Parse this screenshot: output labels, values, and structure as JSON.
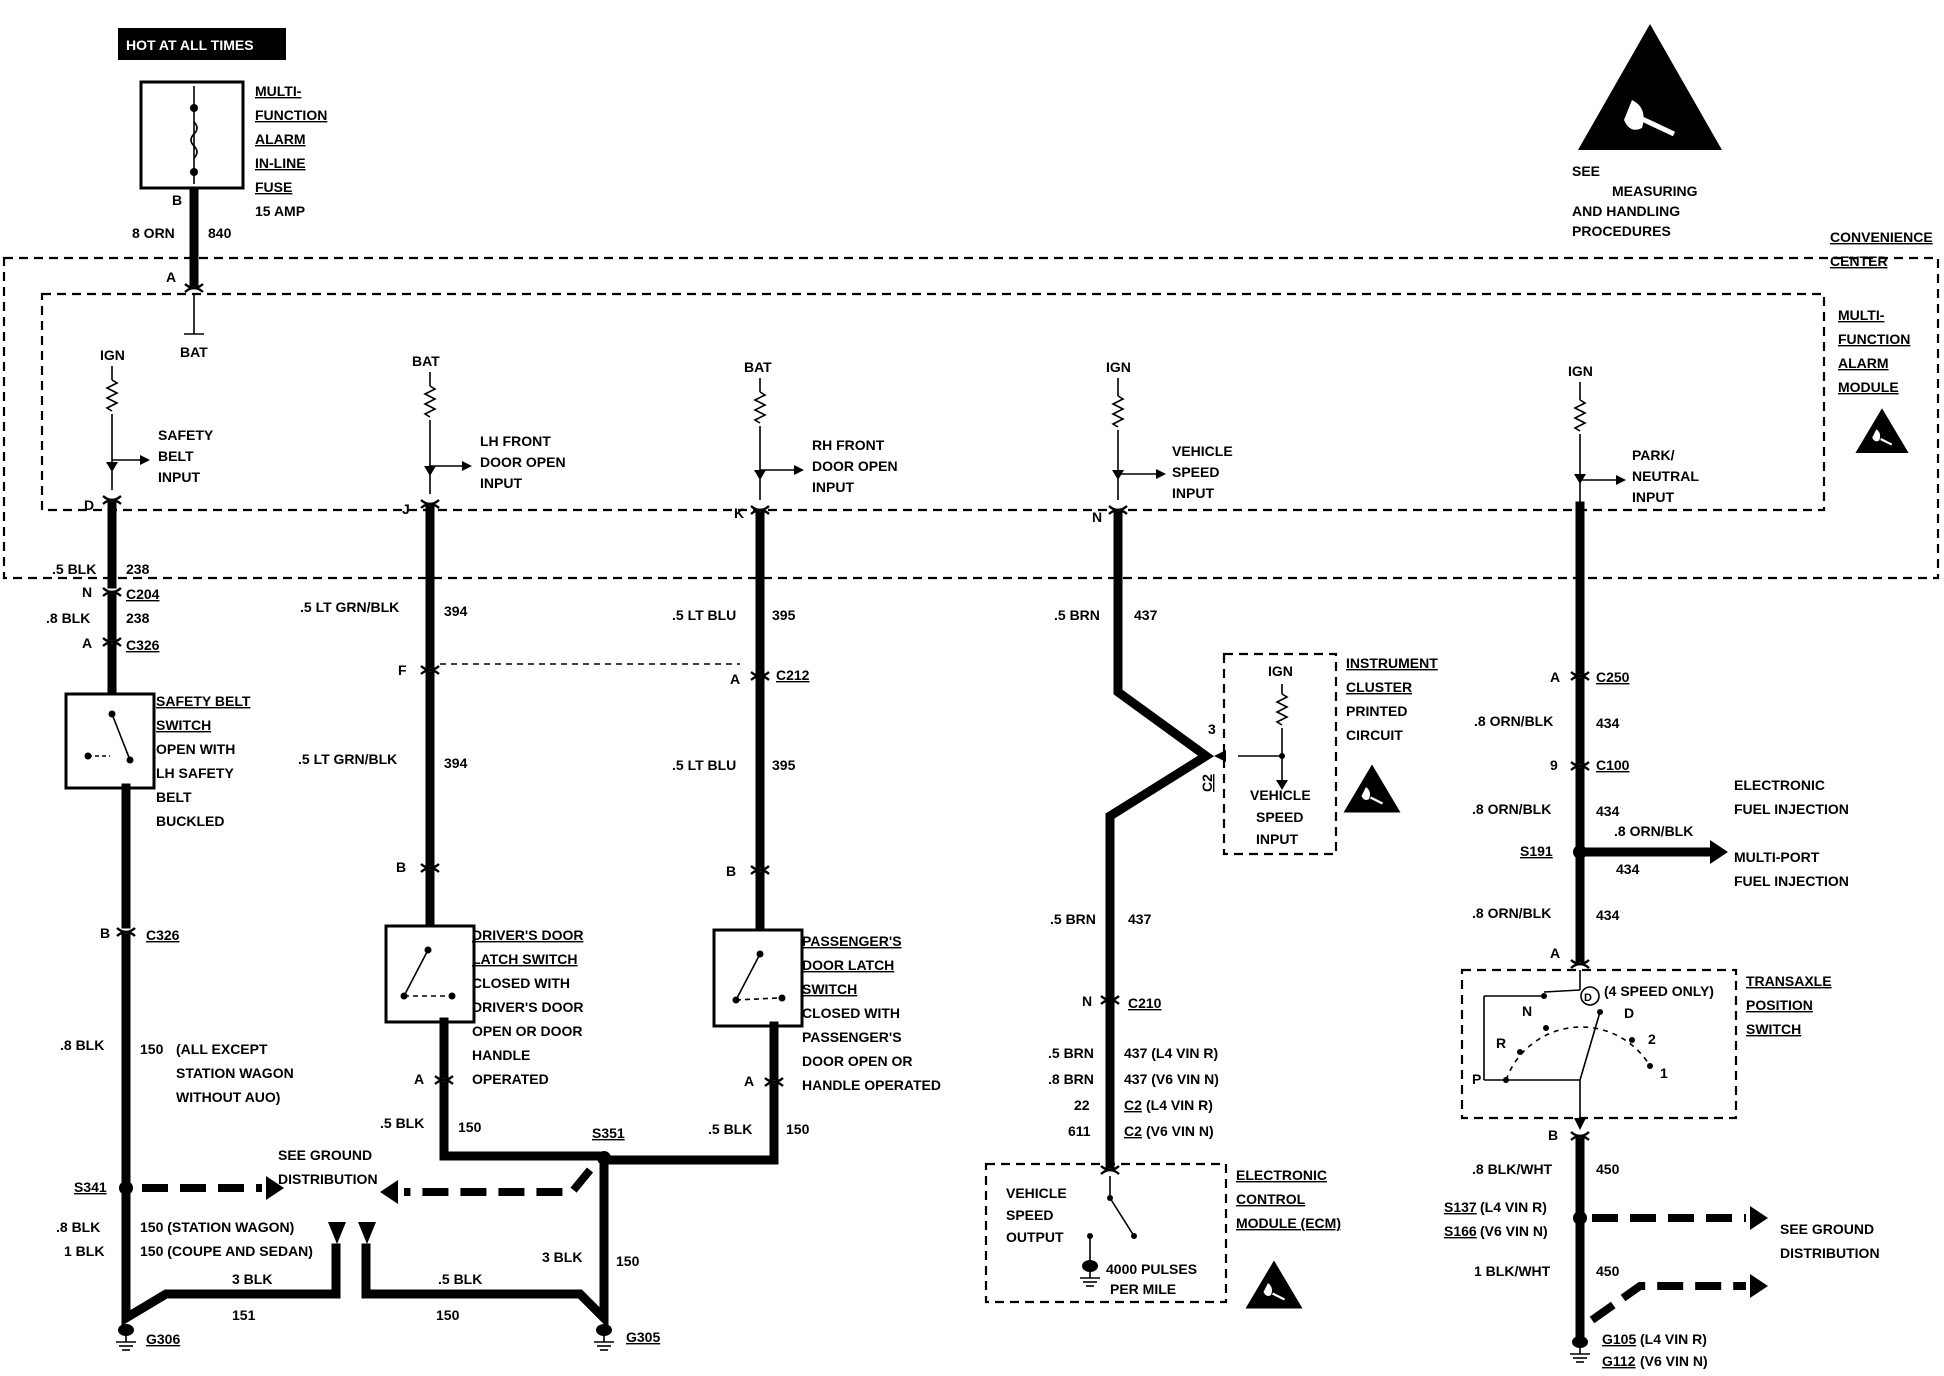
{
  "hot_label": "HOT AT ALL TIMES",
  "esd_notice": [
    "SEE",
    "MEASURING",
    "AND HANDLING",
    "PROCEDURES"
  ],
  "fuse_label": [
    "MULTI-",
    "FUNCTION",
    "ALARM",
    "IN-LINE",
    "FUSE"
  ],
  "fuse_rating": "15 AMP",
  "convenience_center": [
    "CONVENIENCE",
    "CENTER"
  ],
  "module_label": [
    "MULTI-",
    "FUNCTION",
    "ALARM",
    "MODULE"
  ],
  "top_wire": {
    "terminal_b": "B",
    "gauge": "8 ORN",
    "circuit": "840",
    "terminal_a": "A",
    "bat": "BAT"
  },
  "inputs": [
    {
      "supply": "IGN",
      "label": [
        "SAFETY",
        "BELT",
        "INPUT"
      ],
      "pin": "D"
    },
    {
      "supply": "BAT",
      "label": [
        "LH FRONT",
        "DOOR OPEN",
        "INPUT"
      ],
      "pin": "J"
    },
    {
      "supply": "BAT",
      "label": [
        "RH FRONT",
        "DOOR OPEN",
        "INPUT"
      ],
      "pin": "K"
    },
    {
      "supply": "IGN",
      "label": [
        "VEHICLE",
        "SPEED",
        "INPUT"
      ],
      "pin": "N"
    },
    {
      "supply": "IGN",
      "label": [
        "PARK/",
        "NEUTRAL",
        "INPUT"
      ],
      "pin": ""
    }
  ],
  "seat_belt_circuit": {
    "w1_gauge": ".5 BLK",
    "w1_circuit": "238",
    "c204_pin": "N",
    "c204": "C204",
    "w2_gauge": ".8 BLK",
    "w2_circuit": "238",
    "c326_pin": "A",
    "c326": "C326",
    "switch": [
      "SAFETY BELT",
      "SWITCH",
      "OPEN WITH",
      "LH SAFETY",
      "BELT",
      "BUCKLED"
    ],
    "c326b_pin": "B",
    "c326b": "C326",
    "w3_gauge": ".8 BLK",
    "w3_circuit": "150",
    "w3_note": [
      "(ALL EXCEPT",
      "STATION WAGON",
      "WITHOUT AUO)"
    ],
    "s341": "S341",
    "see_ground": [
      "SEE GROUND",
      "DISTRIBUTION"
    ],
    "w4a_gauge": ".8 BLK",
    "w4a": "150 (STATION WAGON)",
    "w4b_gauge": "1 BLK",
    "w4b": "150 (COUPE AND SEDAN)",
    "w5_gauge": "3 BLK",
    "w5_circuit": "151",
    "g306": "G306"
  },
  "lh_door_circuit": {
    "w1_gauge": ".5 LT GRN/BLK",
    "w1_circuit": "394",
    "conn_f": "F",
    "w2_gauge": ".5 LT GRN/BLK",
    "w2_circuit": "394",
    "conn_b": "B",
    "switch": [
      "DRIVER'S DOOR",
      "LATCH SWITCH",
      "CLOSED WITH",
      "DRIVER'S DOOR",
      "OPEN OR DOOR",
      "HANDLE",
      "OPERATED"
    ],
    "conn_a": "A",
    "w3_gauge": ".5 BLK",
    "w3_circuit": "150"
  },
  "rh_door_circuit": {
    "w1_gauge": ".5 LT BLU",
    "w1_circuit": "395",
    "c212_pin": "A",
    "c212": "C212",
    "w2_gauge": ".5 LT BLU",
    "w2_circuit": "395",
    "conn_b": "B",
    "switch": [
      "PASSENGER'S",
      "DOOR LATCH",
      "SWITCH",
      "CLOSED WITH",
      "PASSENGER'S",
      "DOOR OPEN OR",
      "HANDLE OPERATED"
    ],
    "conn_a": "A",
    "w3_gauge": ".5 BLK",
    "w3_circuit": "150"
  },
  "splice_s351": "S351",
  "ground_g305": {
    "w_left_gauge": ".5 BLK",
    "w_left_circuit": "150",
    "w_vert_gauge": "3 BLK",
    "w_vert_circuit": "150",
    "g305": "G305"
  },
  "speed_circuit": {
    "w1_gauge": ".5 BRN",
    "w1_circuit": "437",
    "pin3": "3",
    "c2": "C2",
    "cluster_box": [
      "IGN",
      "VEHICLE",
      "SPEED",
      "INPUT"
    ],
    "cluster_label": [
      "INSTRUMENT",
      "CLUSTER",
      "PRINTED",
      "CIRCUIT"
    ],
    "w2_gauge": ".5 BRN",
    "w2_circuit": "437",
    "c210_pin": "N",
    "c210": "C210",
    "w3a_gauge": ".5 BRN",
    "w3a": "437 (L4 VIN R)",
    "w3b_gauge": ".8 BRN",
    "w3b": "437 (V6 VIN N)",
    "pin22": "22",
    "c2_l4": "C2",
    "c2_l4_note": "(L4 VIN R)",
    "pin611": "611",
    "c2_v6": "C2",
    "c2_v6_note": "(V6 VIN N)",
    "ecm_box": [
      "VEHICLE",
      "SPEED",
      "OUTPUT",
      "4000 PULSES",
      "PER MILE"
    ],
    "ecm_label": [
      "ELECTRONIC",
      "CONTROL",
      "MODULE (ECM)"
    ]
  },
  "park_neutral_circuit": {
    "c250_pin": "A",
    "c250": "C250",
    "w1_gauge": ".8 ORN/BLK",
    "w1_circuit": "434",
    "c100_pin": "9",
    "c100": "C100",
    "w2_gauge": ".8 ORN/BLK",
    "w2_circuit": "434",
    "efi": [
      "ELECTRONIC",
      "FUEL INJECTION"
    ],
    "s191": "S191",
    "branch_gauge": ".8 ORN/BLK",
    "branch_circuit": "434",
    "mpfi": [
      "MULTI-PORT",
      "FUEL INJECTION"
    ],
    "w3_gauge": ".8 ORN/BLK",
    "w3_circuit": "434",
    "conn_a": "A",
    "switch_label": [
      "TRANSAXLE",
      "POSITION",
      "SWITCH"
    ],
    "positions": [
      "P",
      "R",
      "N",
      "D",
      "2",
      "1",
      "D"
    ],
    "speed_note": "(4 SPEED ONLY)",
    "conn_b": "B",
    "w4_gauge": ".8 BLK/WHT",
    "w4_circuit": "450",
    "s137": "S137",
    "s137_note": "(L4 VIN R)",
    "s166": "S166",
    "s166_note": "(V6 VIN N)",
    "see_ground": [
      "SEE GROUND",
      "DISTRIBUTION"
    ],
    "w5_gauge": "1 BLK/WHT",
    "w5_circuit": "450",
    "g105": "G105",
    "g105_note": "(L4 VIN R)",
    "g112": "G112",
    "g112_note": "(V6 VIN N)"
  }
}
